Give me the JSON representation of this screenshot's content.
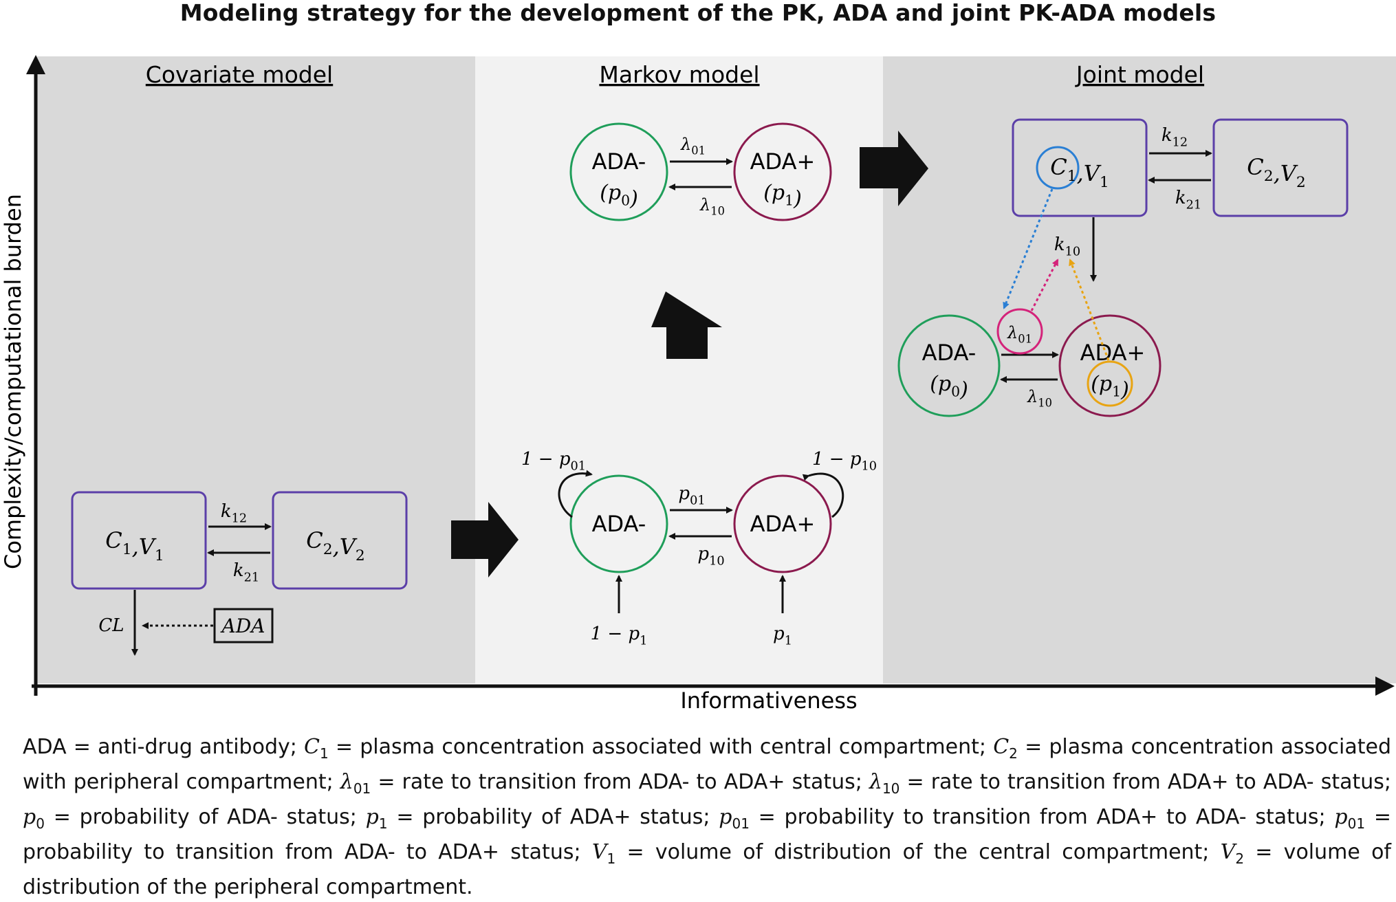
{
  "title": "Modeling strategy for the development of the PK, ADA and joint PK-ADA models",
  "axes": {
    "y_label": "Complexity/computational burden",
    "x_label": "Informativeness"
  },
  "panels": {
    "covariate": {
      "heading": "Covariate model",
      "central": "C1,V1",
      "peripheral": "C2,V2",
      "k12": "k12",
      "k21": "k21",
      "clearance": "CL",
      "covariate_box": "ADA"
    },
    "markov": {
      "heading": "Markov model",
      "upper": {
        "neg_label": "ADA-",
        "neg_prob": "(p0)",
        "pos_label": "ADA+",
        "pos_prob": "(p1)",
        "rate_forward": "λ01",
        "rate_back": "λ10"
      },
      "lower": {
        "neg_label": "ADA-",
        "pos_label": "ADA+",
        "p_forward": "p01",
        "p_back": "p10",
        "self_neg": "1 − p01",
        "self_pos": "1 − p10",
        "init_neg": "1 − p1",
        "init_pos": "p1"
      }
    },
    "joint": {
      "heading": "Joint model",
      "central": "C1,V1",
      "peripheral": "C2,V2",
      "k12": "k12",
      "k21": "k21",
      "k10": "k10",
      "rate_forward": "λ01",
      "rate_back": "λ10",
      "neg_label": "ADA-",
      "neg_prob": "(p0)",
      "pos_label": "ADA+",
      "pos_prob": "(p1)"
    }
  },
  "colors": {
    "panel_dark": "#d9d9d9",
    "panel_light": "#f2f2f2",
    "box": "#5b3fa8",
    "ada_neg": "#1f9e5a",
    "ada_pos": "#8b1a4e",
    "link_blue": "#2a7fd4",
    "link_pink": "#d4237a",
    "link_orange": "#e8a413"
  },
  "legend": [
    {
      "sym": "",
      "text": "ADA = anti-drug antibody; "
    },
    {
      "sym": "C",
      "sub": "1",
      "text": " = plasma concentration associated with central compartment; "
    },
    {
      "sym": "C",
      "sub": "2",
      "text": " = plasma concentration associated with peripheral compartment; "
    },
    {
      "sym": "λ",
      "sub": "01",
      "text": " = rate to transition from ADA- to ADA+ status; "
    },
    {
      "sym": "λ",
      "sub": "10",
      "text": " = rate to transition from ADA+ to ADA- status; "
    },
    {
      "sym": "p",
      "sub": "0",
      "text": " = probability of ADA- status; "
    },
    {
      "sym": "p",
      "sub": "1",
      "text": " = probability of ADA+ status; "
    },
    {
      "sym": "p",
      "sub": "01",
      "text": " = probability to transition from  ADA+ to ADA- status; "
    },
    {
      "sym": "p",
      "sub": "01",
      "text": " = probability to transition from  ADA- to ADA+ status; "
    },
    {
      "sym": "V",
      "sub": "1",
      "text": " = volume of distribution of the central compartment; "
    },
    {
      "sym": "V",
      "sub": "2",
      "text": " = volume of distribution of the peripheral compartment."
    }
  ]
}
